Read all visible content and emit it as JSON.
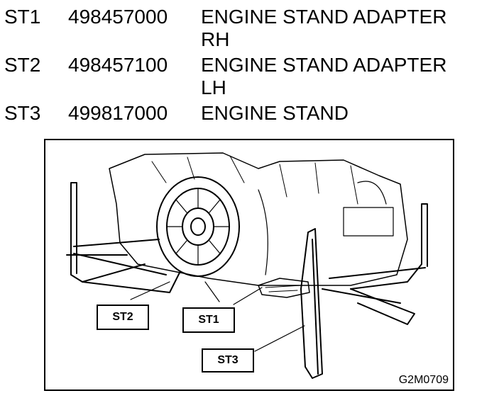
{
  "tools": [
    {
      "code": "ST1",
      "part_number": "498457000",
      "description_line1": "ENGINE STAND ADAPTER",
      "description_line2": "RH"
    },
    {
      "code": "ST2",
      "part_number": "498457100",
      "description_line1": "ENGINE STAND ADAPTER",
      "description_line2": "LH"
    },
    {
      "code": "ST3",
      "part_number": "499817000",
      "description_line1": "ENGINE STAND",
      "description_line2": ""
    }
  ],
  "figure": {
    "callouts": [
      "ST2",
      "ST1",
      "ST3"
    ],
    "figure_code": "G2M0709"
  }
}
